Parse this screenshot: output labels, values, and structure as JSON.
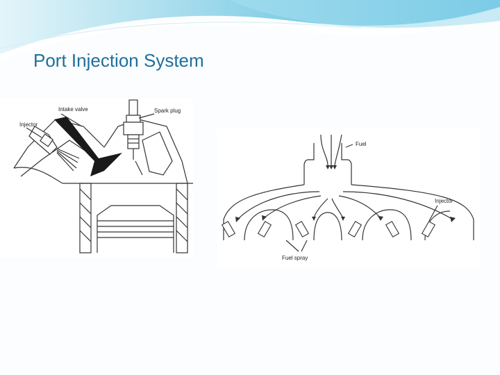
{
  "slide": {
    "title": "Port Injection System"
  },
  "left_figure": {
    "labels": {
      "intake_valve": "Intake valve",
      "injector": "Injector",
      "spark_plug": "Spark plug"
    }
  },
  "right_figure": {
    "labels": {
      "fuel": "Fuel",
      "injector": "Injector",
      "fuel_spray": "Fuel spray"
    }
  },
  "colors": {
    "title": "#1f6f9a",
    "wave_light": "#bfe6f2",
    "wave_mid": "#6cc3e0",
    "line": "#333333"
  },
  "icons": [
    "cylinder-head-diagram",
    "intake-manifold-diagram"
  ]
}
